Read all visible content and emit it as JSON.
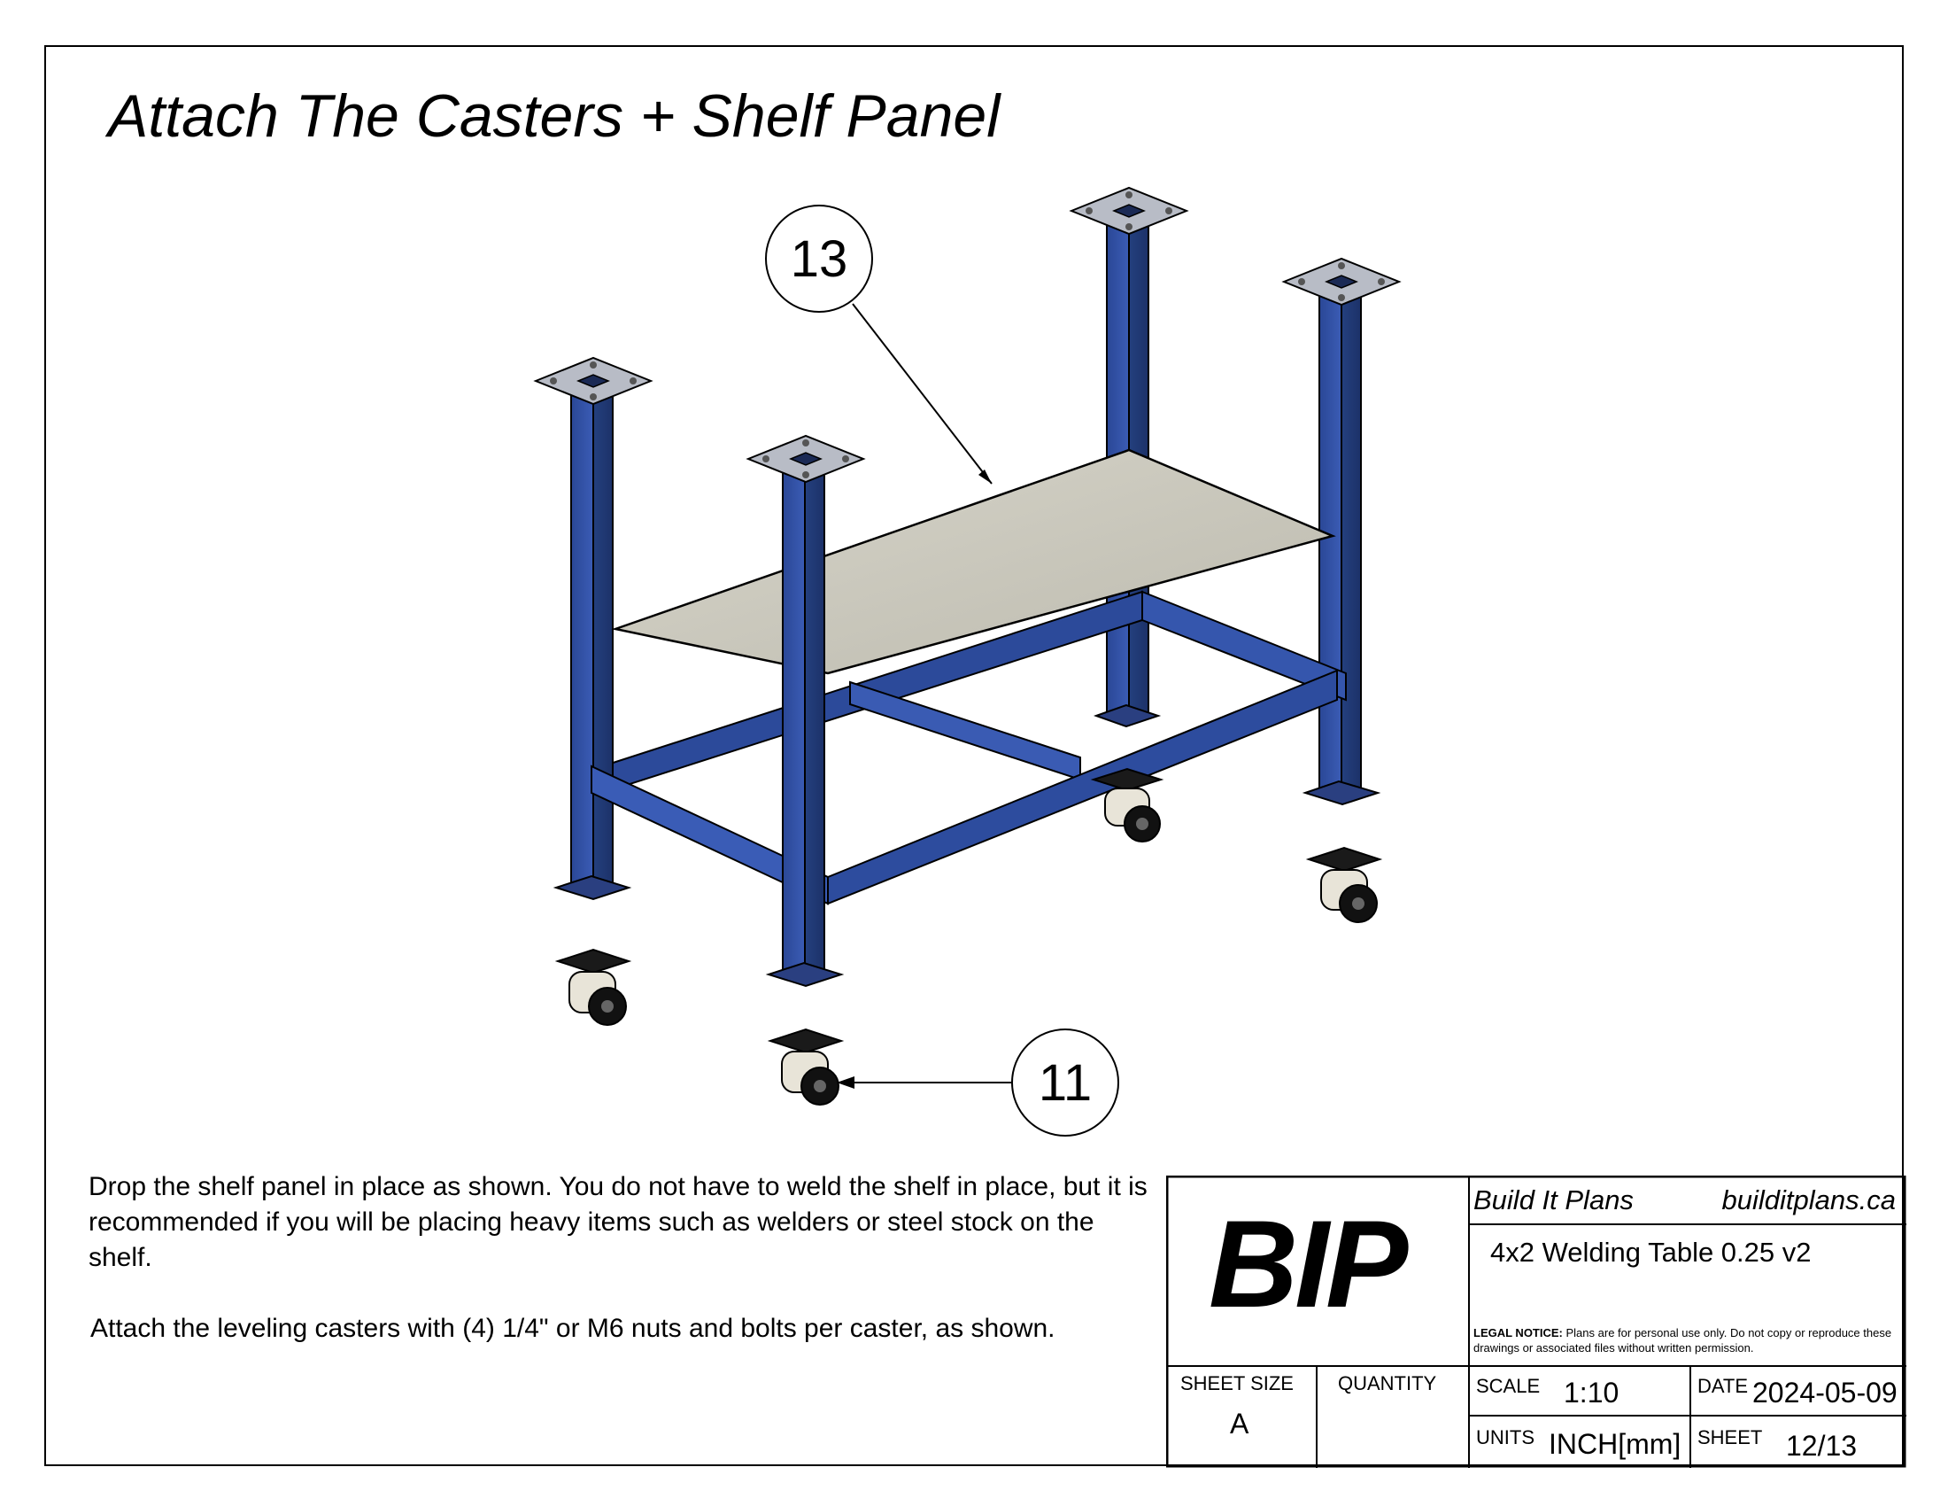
{
  "title": "Attach The Casters + Shelf Panel",
  "callouts": {
    "shelf_panel": "13",
    "caster": "11"
  },
  "notes": {
    "paragraph_1": "Drop the shelf panel in place as shown. You do not have to weld the shelf in place, but it is recommended if you will be placing heavy items such as welders or steel stock on the shelf.",
    "paragraph_2": "Attach the leveling casters with (4) 1/4\" or M6 nuts and bolts per caster, as shown."
  },
  "title_block": {
    "logo": "BIP",
    "company": "Build It Plans",
    "website": "builditplans.ca",
    "project": "4x2 Welding Table 0.25 v2",
    "legal_label": "LEGAL NOTICE:",
    "legal_text": "Plans are for personal use only. Do not copy or reproduce these drawings or associated files without written permission.",
    "sheet_size_label": "SHEET SIZE",
    "sheet_size": "A",
    "quantity_label": "QUANTITY",
    "quantity": "",
    "scale_label": "SCALE",
    "scale": "1:10",
    "date_label": "DATE",
    "date": "2024-05-09",
    "units_label": "UNITS",
    "units": "INCH[mm]",
    "sheet_label": "SHEET",
    "sheet": "12/13"
  },
  "colors": {
    "frame_blue": "#2f4fa3",
    "frame_blue_dark": "#1f3577",
    "frame_blue_light": "#4a6bc4",
    "shelf_panel": "#cdcbbf",
    "caster_body": "#e8e4d8",
    "ink": "#000000"
  }
}
